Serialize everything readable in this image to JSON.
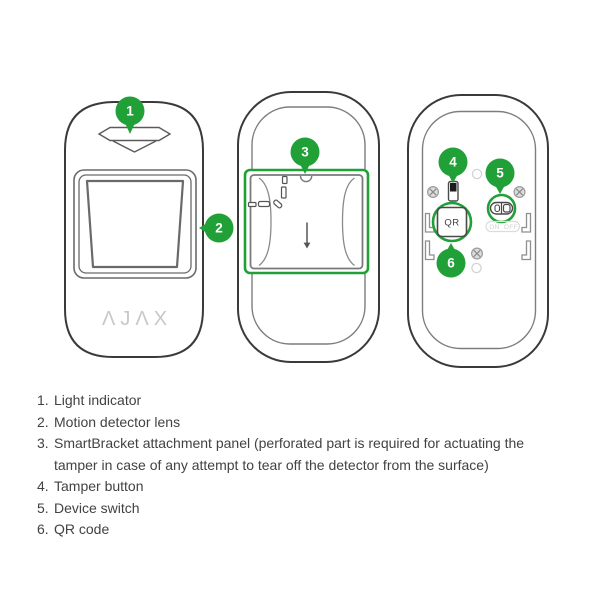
{
  "figure": {
    "colors": {
      "green": "#21A038"
    },
    "pins": {
      "p1": "1",
      "p2": "2",
      "p3": "3",
      "p4": "4",
      "p5": "5",
      "p6": "6"
    },
    "front_view": {
      "logo": "ΛJΛX"
    },
    "back_view": {
      "qr_label": "QR",
      "switch_on": "ON",
      "switch_off": "OFF"
    }
  },
  "legend": {
    "items": [
      {
        "num": "1.",
        "text": "Light indicator"
      },
      {
        "num": "2.",
        "text": "Motion detector lens"
      },
      {
        "num": "3.",
        "text": "SmartBracket attachment panel (perforated part is required for actuating the tamper in case of any attempt to tear off the detector from the surface)"
      },
      {
        "num": "4.",
        "text": "Tamper button"
      },
      {
        "num": "5.",
        "text": "Device switch"
      },
      {
        "num": "6.",
        "text": "QR code"
      }
    ]
  }
}
